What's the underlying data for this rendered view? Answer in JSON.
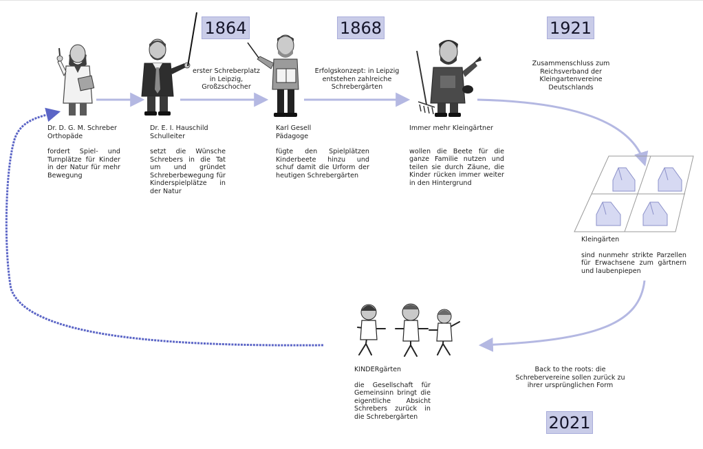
{
  "colors": {
    "arrow": "#b4b8e2",
    "return_arrow": "#5b65c6",
    "year_box": "#c9cce8",
    "house_fill": "#d6d9f2",
    "house_stroke": "#8b90c9"
  },
  "years": {
    "y1864": "1864",
    "y1868": "1868",
    "y1921": "1921",
    "y2021": "2021"
  },
  "people": {
    "schreber": {
      "name": "Dr. D. G. M. Schreber",
      "role": "Orthopäde",
      "desc": "fordert Spiel- und Turnplätze für Kinder in der Natur für mehr Bewegung"
    },
    "hauschild": {
      "name": "Dr. E. I. Hauschild",
      "role": "Schulleiter",
      "desc": "setzt die Wünsche Schrebers in die Tat um und gründet Schreberbewegung für Kinderspielplätze in der Natur"
    },
    "gesell": {
      "name": "Karl Gesell",
      "role": "Pädagoge",
      "desc": "fügte den Spielplätzen Kinderbeete hinzu und schuf damit die Urform der heutigen Schrebergärten"
    },
    "kleingaertner": {
      "name": "Immer mehr Kleingärtner",
      "desc": "wollen die Beete für die ganze Familie nutzen und teilen sie durch Zäune, die Kinder rücken immer weiter in den Hintergrund"
    }
  },
  "events": {
    "e1864": "erster Schreberplatz in Leipzig, Großzschocher",
    "e1868": "Erfolgskonzept: in Leipzig entstehen zahlreiche Schrebergärten",
    "e1921": "Zusammenschluss zum Reichsverband der Kleingartenvereine Deutschlands",
    "e2021": "Back to the roots: die Schrebervereine sollen zurück zu ihrer ursprünglichen Form"
  },
  "kleingaerten": {
    "title": "Kleingärten",
    "desc": "sind nunmehr strikte Parzellen für Erwachsene zum gärtnern und laubenpiepen"
  },
  "kindergaerten": {
    "title": "KINDERgärten",
    "desc": "die Gesellschaft für Gemeinsinn bringt die eigentliche Absicht Schrebers zurück in die Schrebergärten"
  }
}
